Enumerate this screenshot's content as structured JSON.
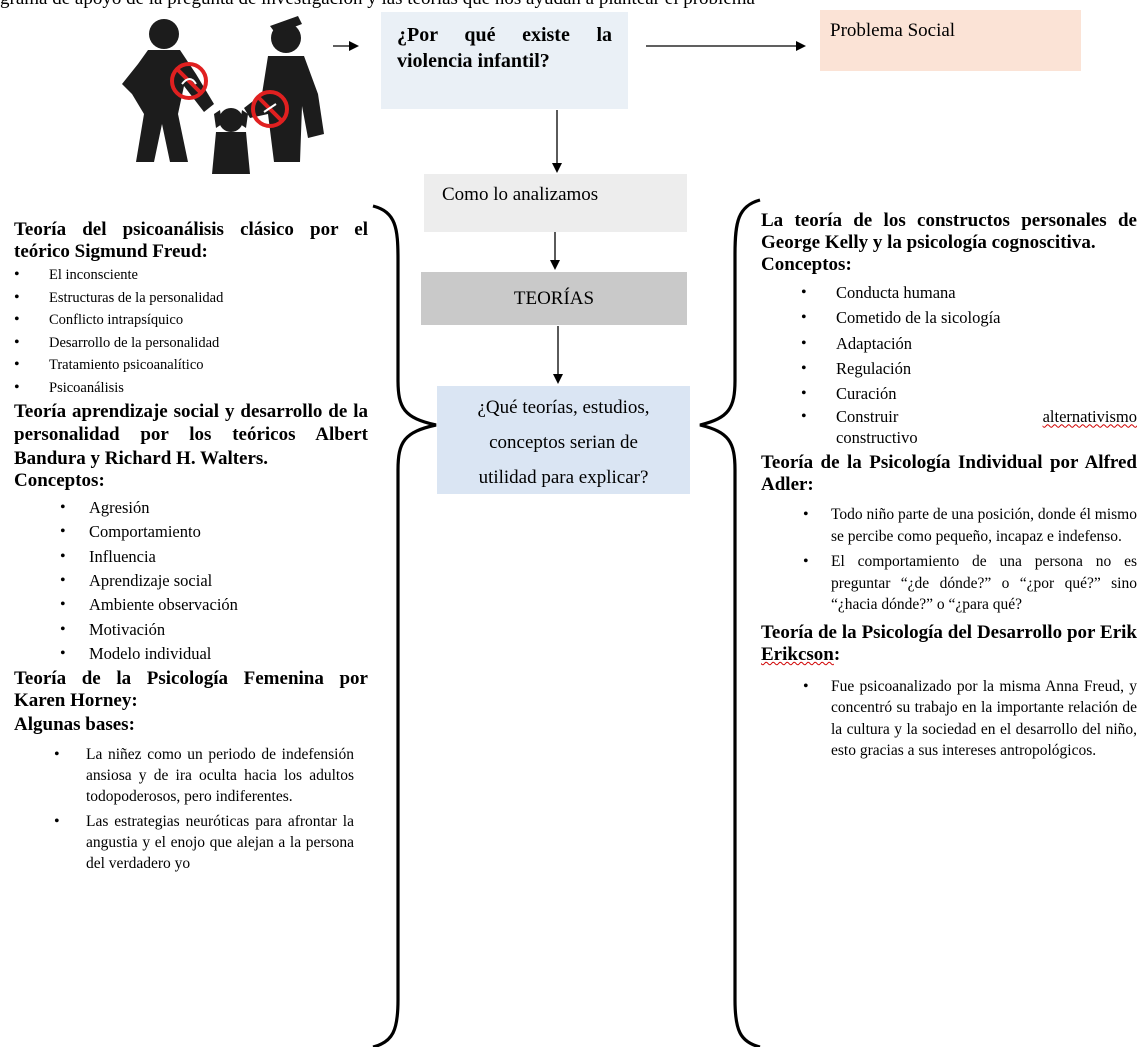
{
  "header_fragment": "grama de apoyo de la pregunta de investigación y las teorías que nos ayudan a plantear el problema",
  "question_box": "¿Por qué existe la violencia infantil?",
  "problem_box": "Problema Social",
  "analysis_box": "Como lo analizamos",
  "theories_box": "TEORÍAS",
  "theories_question": [
    "¿Qué teorías, estudios,",
    "conceptos serian de",
    "utilidad para explicar?"
  ],
  "left": {
    "freud_title": "Teoría del psicoanálisis clásico por el teórico Sigmund Freud:",
    "freud_items": [
      "El inconsciente",
      "Estructuras de la personalidad",
      "Conflicto intrapsíquico",
      "Desarrollo de la personalidad",
      "Tratamiento psicoanalítico",
      "Psicoanálisis"
    ],
    "bandura_title": "Teoría aprendizaje social y desarrollo de la personalidad por los teóricos Albert Bandura y Richard H. Walters.",
    "bandura_sub": "Conceptos:",
    "bandura_items": [
      "Agresión",
      "Comportamiento",
      "Influencia",
      "Aprendizaje social",
      "Ambiente observación",
      "Motivación",
      "Modelo individual"
    ],
    "horney_title": "Teoría de la Psicología Femenina por Karen Horney:",
    "horney_sub": "Algunas bases:",
    "horney_items": [
      "La niñez como un periodo de indefensión ansiosa y de ira oculta hacia los adultos todopoderosos, pero indiferentes.",
      "Las estrategias neuróticas para afrontar la angustia y el enojo que alejan a la persona del verdadero yo"
    ]
  },
  "right": {
    "kelly_title": "La teoría de los constructos personales de George Kelly y la psicología cognoscitiva.",
    "kelly_sub": "Conceptos:",
    "kelly_items": [
      "Conducta humana",
      "Cometido de la sicología",
      "Adaptación",
      "Regulación",
      "Curación"
    ],
    "kelly_last_a": "Construir",
    "kelly_last_b": "alternativismo",
    "kelly_last_c": "constructivo",
    "adler_title": "Teoría de la Psicología Individual por Alfred Adler:",
    "adler_items": [
      "Todo niño parte de una posición, donde él mismo se percibe como pequeño, incapaz e indefenso.",
      "El comportamiento de una persona no es preguntar “¿de dónde?” o “¿por qué?” sino “¿hacia dónde?” o “¿para qué?"
    ],
    "erikson_title_a": "Teoría de la Psicología del Desarrollo por Erik ",
    "erikson_title_b": "Erikcson",
    "erikson_title_c": ":",
    "erikson_items": [
      "Fue psicoanalizado por la misma Anna Freud, y concentró su trabajo en la importante relación de la cultura y la sociedad en el desarrollo del niño, esto gracias a sus intereses antropológicos."
    ]
  }
}
